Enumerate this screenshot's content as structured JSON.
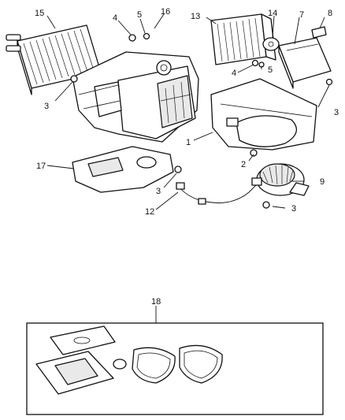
{
  "callouts": {
    "c1": "1",
    "c2": "2",
    "c3a": "3",
    "c3b": "3",
    "c3c": "3",
    "c3d": "3",
    "c4a": "4",
    "c4b": "4",
    "c5a": "5",
    "c5b": "5",
    "c7": "7",
    "c8": "8",
    "c9": "9",
    "c12": "12",
    "c13": "13",
    "c14": "14",
    "c15": "15",
    "c16": "16",
    "c17": "17",
    "c18": "18"
  }
}
